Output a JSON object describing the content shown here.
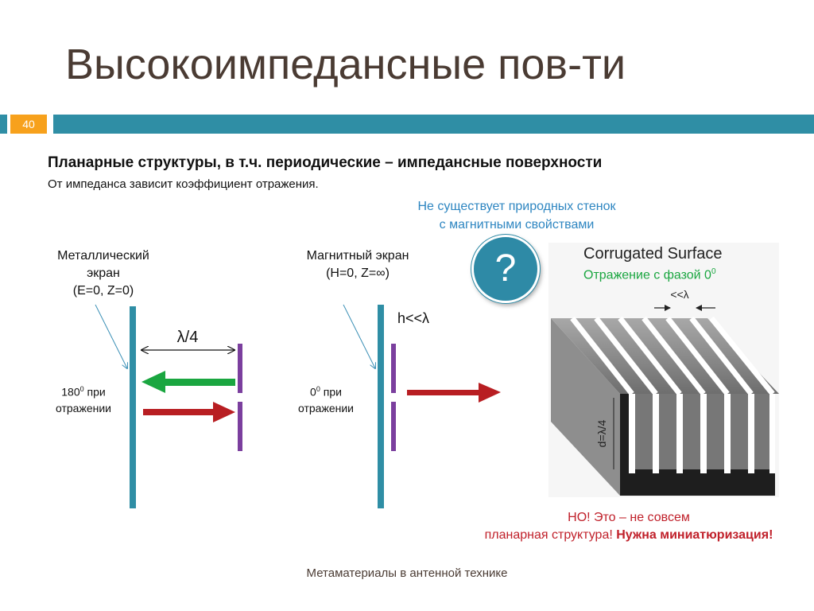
{
  "slide": {
    "title": "Высокоимпедансные пов-ти",
    "number": "40",
    "heading": "Планарные структуры, в т.ч. периодические – импедансные поверхности",
    "subheading": "От импеданса зависит коэффициент отражения.",
    "footer": "Метаматериалы в антенной технике"
  },
  "note_blue": {
    "line1": "Не существует природных стенок",
    "line2": "с магнитными свойствами"
  },
  "metal": {
    "label1": "Металлический",
    "label2": "экран",
    "label3": "(E=0, Z=0)",
    "spacing": "λ/4",
    "phase_pre": "180",
    "phase_sup": "0",
    "phase_post": " при",
    "phase2": "отражении"
  },
  "magnetic": {
    "label1": "Магнитный экран",
    "label2": "(H=0, Z=∞)",
    "spacing": "h<<λ",
    "phase_pre": "0",
    "phase_sup": "0",
    "phase_post": " при",
    "phase2": "отражении"
  },
  "question_mark": "?",
  "corrugated": {
    "title": "Corrugated Surface",
    "green_pre": "Отражение с фазой 0",
    "green_sup": "0",
    "period": "<<λ",
    "depth": "d=λ/4"
  },
  "red_note": {
    "line1": "НО! Это – не совсем",
    "line2_plain": "планарная структура! ",
    "line2_bold": "Нужна миниатюризация!"
  },
  "colors": {
    "teal": "#2f8ea5",
    "orange": "#f7a11c",
    "purple": "#7b3f9e",
    "green_arrow": "#1aa640",
    "red_arrow": "#b81e22",
    "blue_text": "#2e86c1"
  }
}
